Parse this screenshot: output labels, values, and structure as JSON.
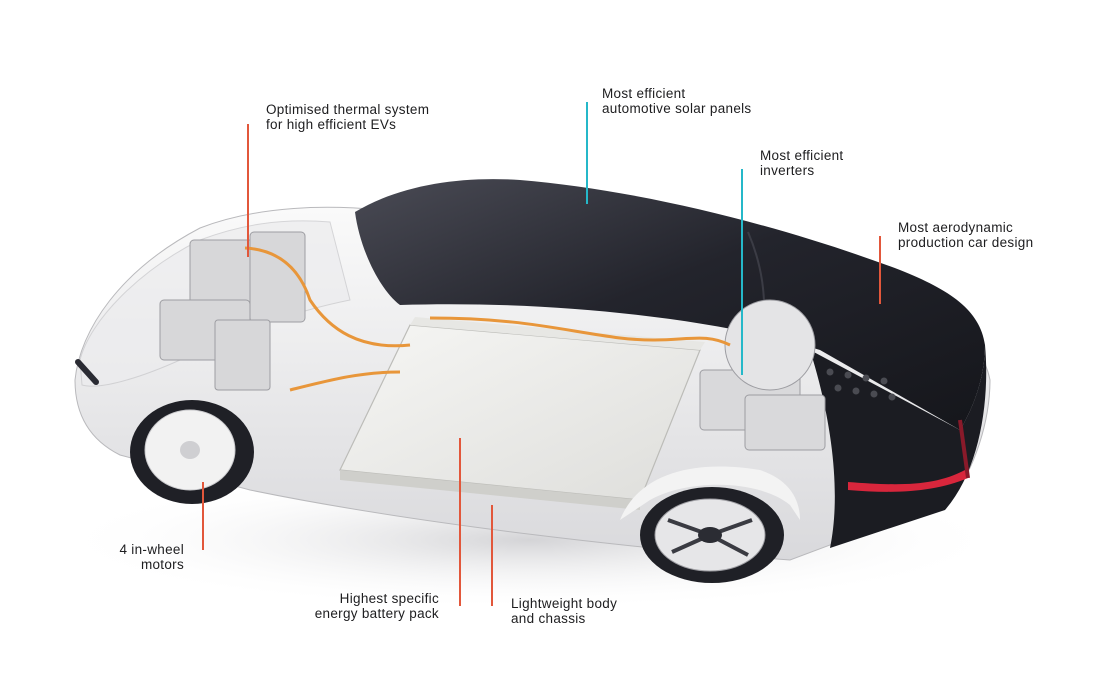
{
  "colors": {
    "accent_orange": "#e2573b",
    "accent_cyan": "#25b8c9",
    "text": "#1d1d1f",
    "roof": "#1f2029",
    "body": "#f1f1f1"
  },
  "callouts": {
    "thermal": {
      "lines": [
        "Optimised thermal system",
        "for high efficient EVs"
      ],
      "color": "orange"
    },
    "solar": {
      "lines": [
        "Most efficient",
        "automotive solar panels"
      ],
      "color": "cyan"
    },
    "inverters": {
      "lines": [
        "Most efficient",
        "inverters"
      ],
      "color": "cyan"
    },
    "aero": {
      "lines": [
        "Most aerodynamic",
        "production car design"
      ],
      "color": "orange"
    },
    "motors": {
      "lines": [
        "4 in-wheel",
        "motors"
      ],
      "color": "orange"
    },
    "battery": {
      "lines": [
        "Highest specific",
        "energy battery pack"
      ],
      "color": "orange"
    },
    "body": {
      "lines": [
        "Lightweight body",
        "and chassis"
      ],
      "color": "orange"
    }
  }
}
